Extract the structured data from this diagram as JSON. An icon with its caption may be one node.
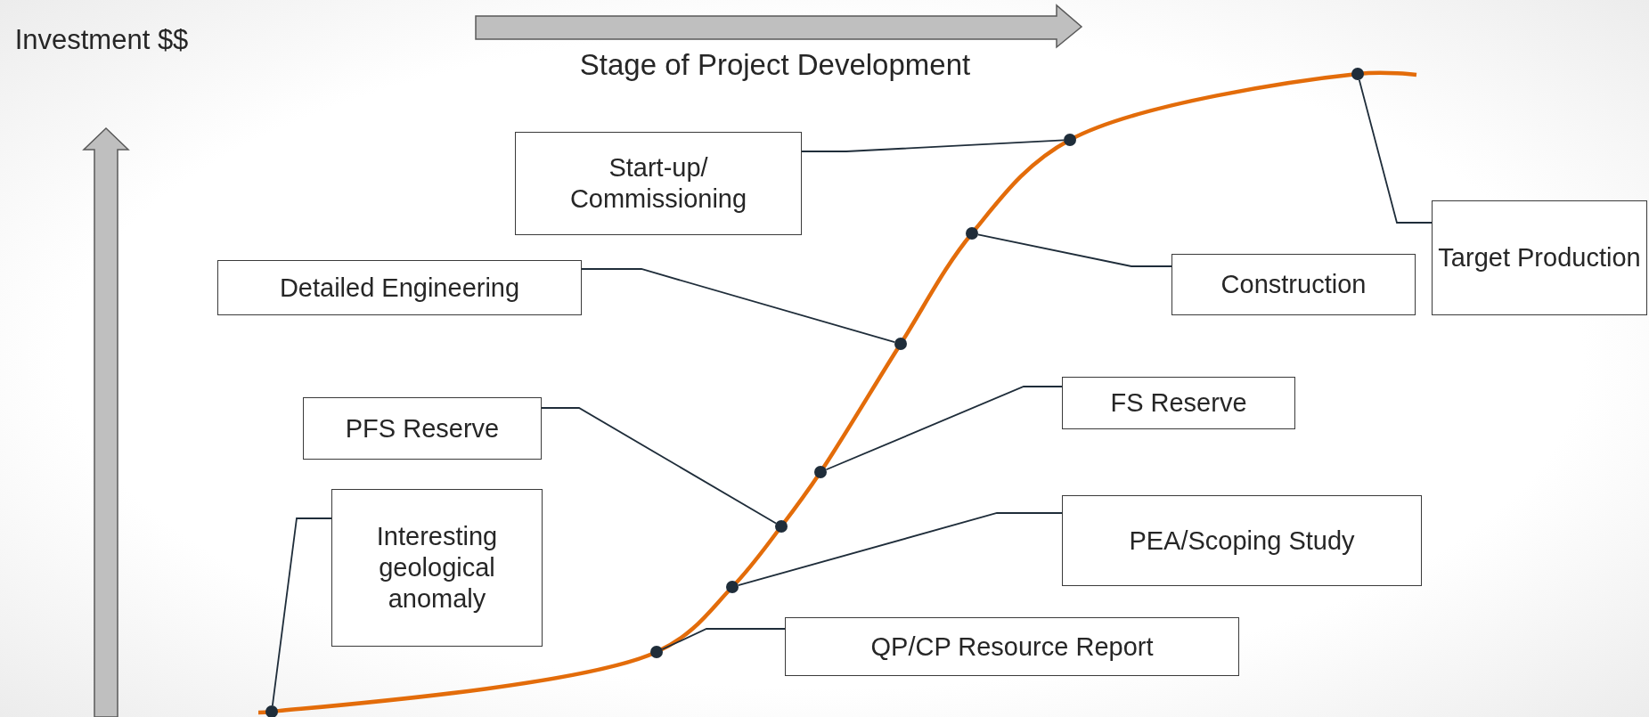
{
  "diagram": {
    "nodes": [
      {
        "text": [
          "Start-up/ Commissioning"
        ]
      },
      {
        "text": [
          "Target Production"
        ]
      },
      {
        "text": [
          "Construction"
        ]
      },
      {
        "text": [
          "Detailed Engineering"
        ]
      },
      {
        "text": [
          "FS Reserve"
        ]
      },
      {
        "text": [
          "PFS Reserve"
        ]
      },
      {
        "text": [
          "Interesting geological anomaly"
        ]
      },
      {
        "text": [
          "PEA/Scoping Study"
        ]
      },
      {
        "text": [
          "QP/CP Resource Report"
        ]
      },
      {
        "text": [],
        "shape": "circle"
      },
      {
        "text": [],
        "shape": "circle"
      },
      {
        "text": [],
        "shape": "circle"
      },
      {
        "text": [],
        "shape": "circle"
      },
      {
        "text": [],
        "shape": "circle"
      },
      {
        "text": [],
        "shape": "circle"
      },
      {
        "text": [],
        "shape": "circle"
      },
      {
        "text": [],
        "shape": "circle"
      },
      {
        "text": [],
        "shape": "circle"
      }
    ],
    "edges": [
      {
        "from": 6,
        "to": 9,
        "arrow": "none"
      },
      {
        "from": 8,
        "to": 10,
        "arrow": "none"
      },
      {
        "from": 7,
        "to": 11,
        "arrow": "none"
      },
      {
        "from": 5,
        "to": 12,
        "arrow": "none"
      },
      {
        "from": 4,
        "to": 13,
        "arrow": "none"
      },
      {
        "from": 3,
        "to": 14,
        "arrow": "none"
      },
      {
        "from": 2,
        "to": 15,
        "arrow": "none"
      },
      {
        "from": 0,
        "to": 16,
        "arrow": "none"
      },
      {
        "from": 1,
        "to": 17,
        "arrow": "none"
      }
    ],
    "labels": [
      "Investment $$",
      "Stage of Project Development"
    ]
  }
}
